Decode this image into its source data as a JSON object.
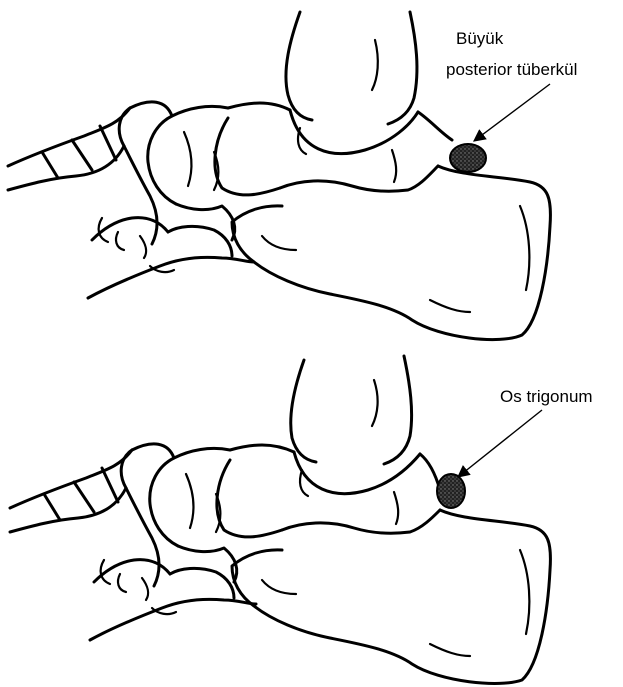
{
  "labels": {
    "top_line1": "Büyük",
    "top_line2": "posterior tüberkül",
    "bottom": "Os trigonum"
  },
  "colors": {
    "ink": "#000000",
    "background": "#ffffff",
    "tubercle_fill": "#1a1a1a"
  },
  "icons": [
    "arrowhead-icon"
  ]
}
